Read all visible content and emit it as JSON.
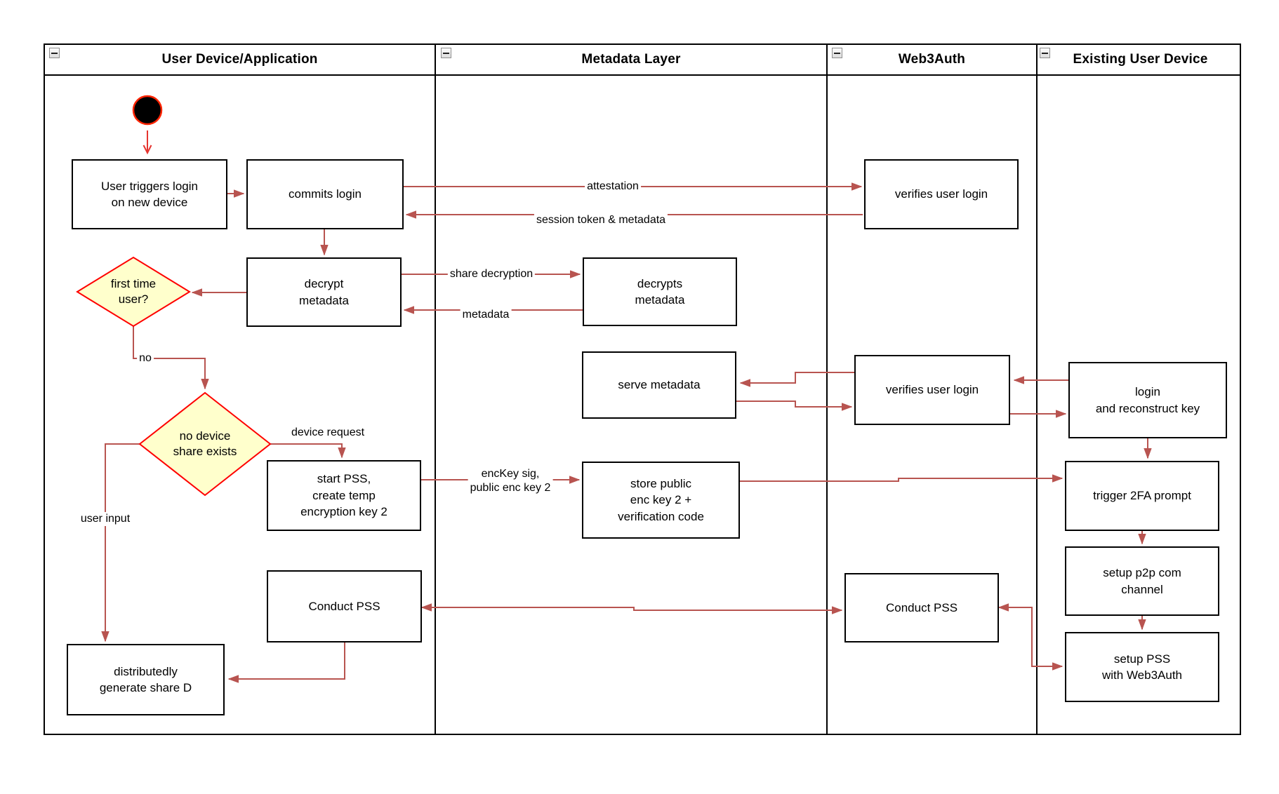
{
  "lanes": [
    {
      "title": "User Device/Application",
      "icon": "collapse-minus-icon"
    },
    {
      "title": "Metadata Layer",
      "icon": "collapse-minus-icon"
    },
    {
      "title": "Web3Auth",
      "icon": "collapse-minus-icon"
    },
    {
      "title": "Existing User Device",
      "icon": "collapse-minus-icon"
    }
  ],
  "nodes": {
    "start": {
      "type": "initial-node"
    },
    "user_triggers": {
      "label": "User triggers login\non new device"
    },
    "commits_login": {
      "label": "commits login"
    },
    "verifies_login_1": {
      "label": "verifies user login"
    },
    "decrypt_metadata": {
      "label": "decrypt\nmetadata"
    },
    "decrypts_metadata": {
      "label": "decrypts\nmetadata"
    },
    "first_time_user": {
      "label": "first time\nuser?"
    },
    "serve_metadata": {
      "label": "serve metadata"
    },
    "verifies_login_2": {
      "label": "verifies user login"
    },
    "login_reconstruct": {
      "label": "login\nand reconstruct key"
    },
    "no_device_share": {
      "label": "no device\nshare exists"
    },
    "start_pss": {
      "label": "start PSS,\ncreate temp\nencryption key 2"
    },
    "store_public": {
      "label": "store public\nenc key 2 +\nverification code"
    },
    "trigger_2fa": {
      "label": "trigger 2FA prompt"
    },
    "setup_p2p": {
      "label": "setup p2p com\nchannel"
    },
    "setup_pss": {
      "label": "setup PSS\nwith Web3Auth"
    },
    "conduct_pss_device": {
      "label": "Conduct PSS"
    },
    "conduct_pss_web3auth": {
      "label": "Conduct PSS"
    },
    "generate_share_d": {
      "label": "distributedly\ngenerate share D"
    }
  },
  "edge_labels": {
    "attestation": "attestation",
    "session_token": "session token & metadata",
    "share_decryption": "share decryption",
    "metadata_return": "metadata",
    "no_branch": "no",
    "device_request": "device request",
    "enckey": "encKey sig,\npublic enc key 2",
    "user_input": "user input"
  },
  "colors": {
    "edge": "#b85450",
    "start_edge": "#e5342f",
    "diamond_fill": "#ffffcc",
    "diamond_stroke": "#ff0000",
    "box_stroke": "#000000",
    "lane_stroke": "#000000"
  }
}
